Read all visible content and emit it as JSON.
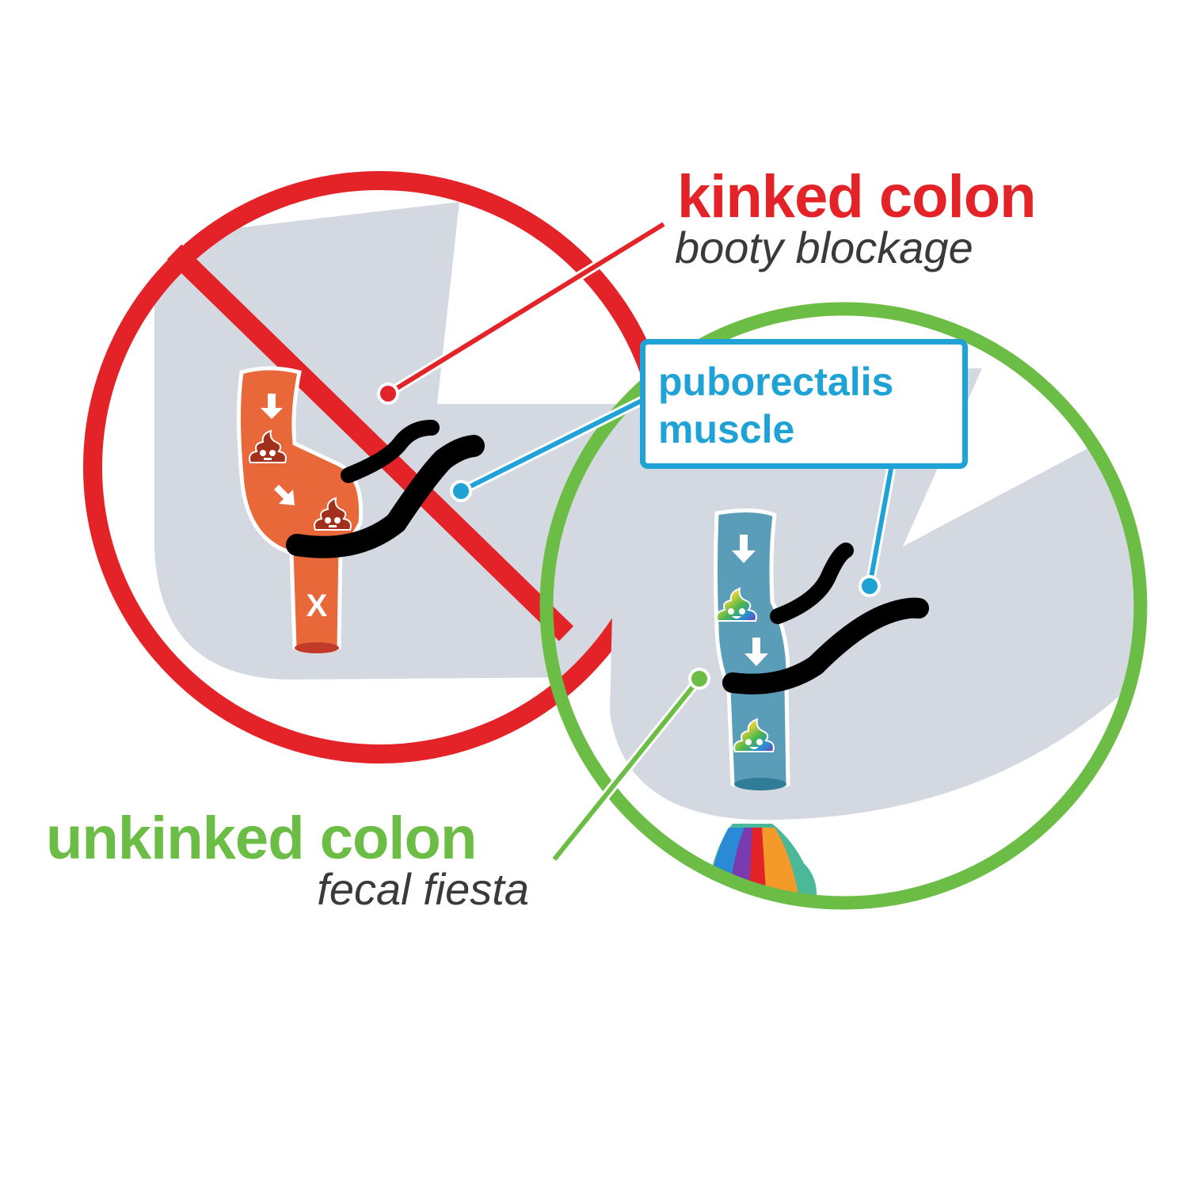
{
  "kinked": {
    "title": "kinked colon",
    "subtitle": "booty blockage",
    "blocked_mark": "X"
  },
  "muscle": {
    "line1": "puborectalis",
    "line2": "muscle"
  },
  "unkinked": {
    "title": "unkinked colon",
    "subtitle": "fecal fiesta"
  },
  "colors": {
    "red": "#e42328",
    "green": "#6cbd45",
    "blue": "#1fa3d6",
    "gray": "#d3d8e1",
    "orange": "#e8683a",
    "teal": "#5a9db8"
  }
}
